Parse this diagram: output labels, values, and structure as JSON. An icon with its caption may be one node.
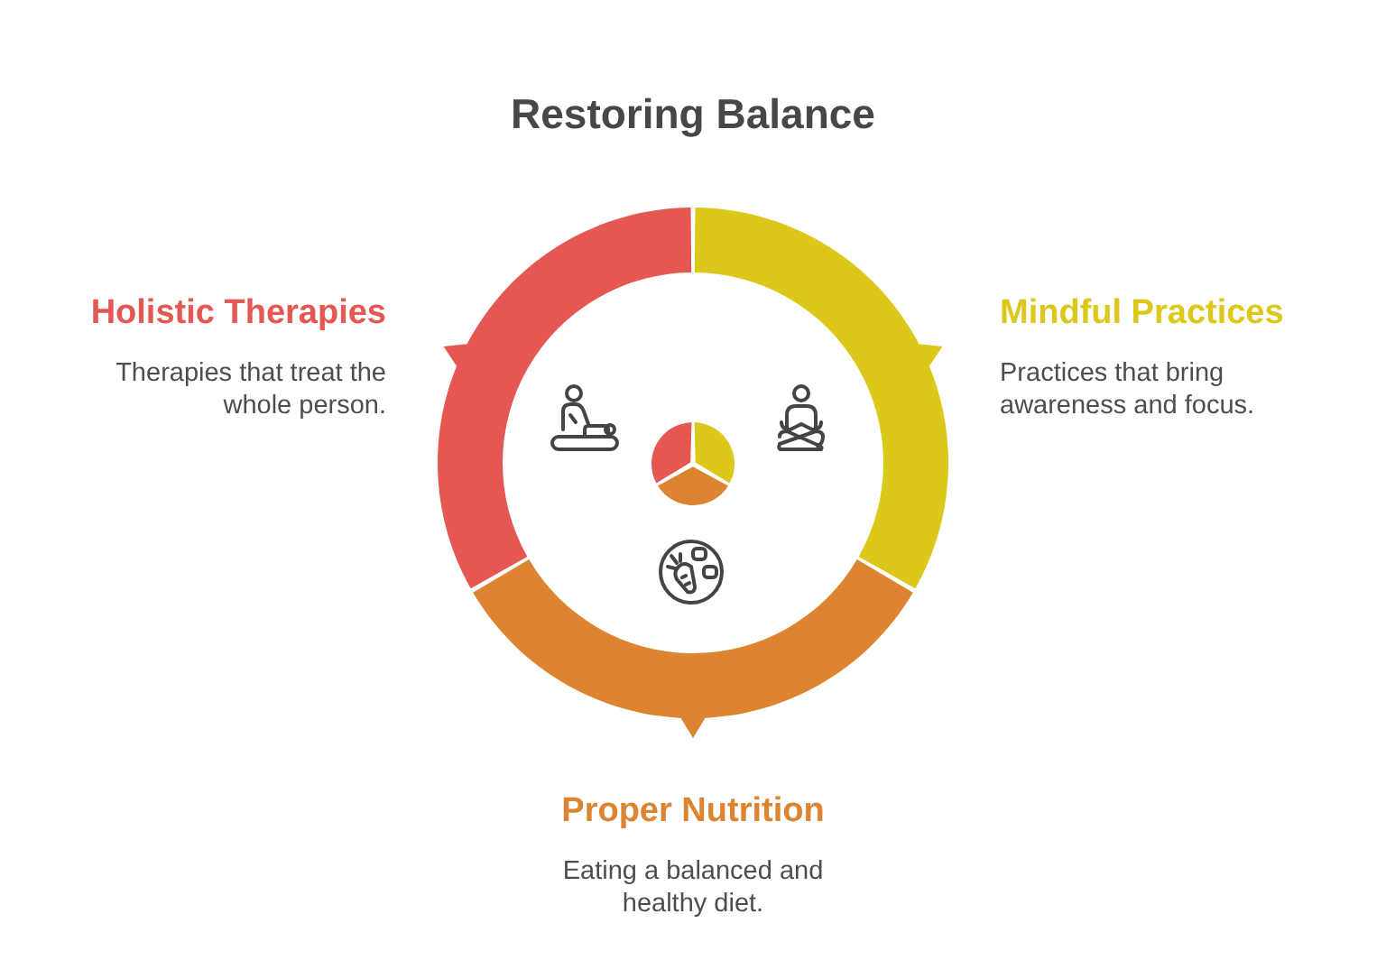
{
  "diagram": {
    "title": "Restoring Balance",
    "nodes": [
      {
        "text": [
          "Holistic Therapies",
          "Therapies that treat the whole person."
        ]
      },
      {
        "text": [
          "Mindful Practices",
          "Practices that bring awareness and focus."
        ]
      },
      {
        "text": [
          "Proper Nutrition",
          "Eating a balanced and healthy diet."
        ]
      }
    ]
  }
}
